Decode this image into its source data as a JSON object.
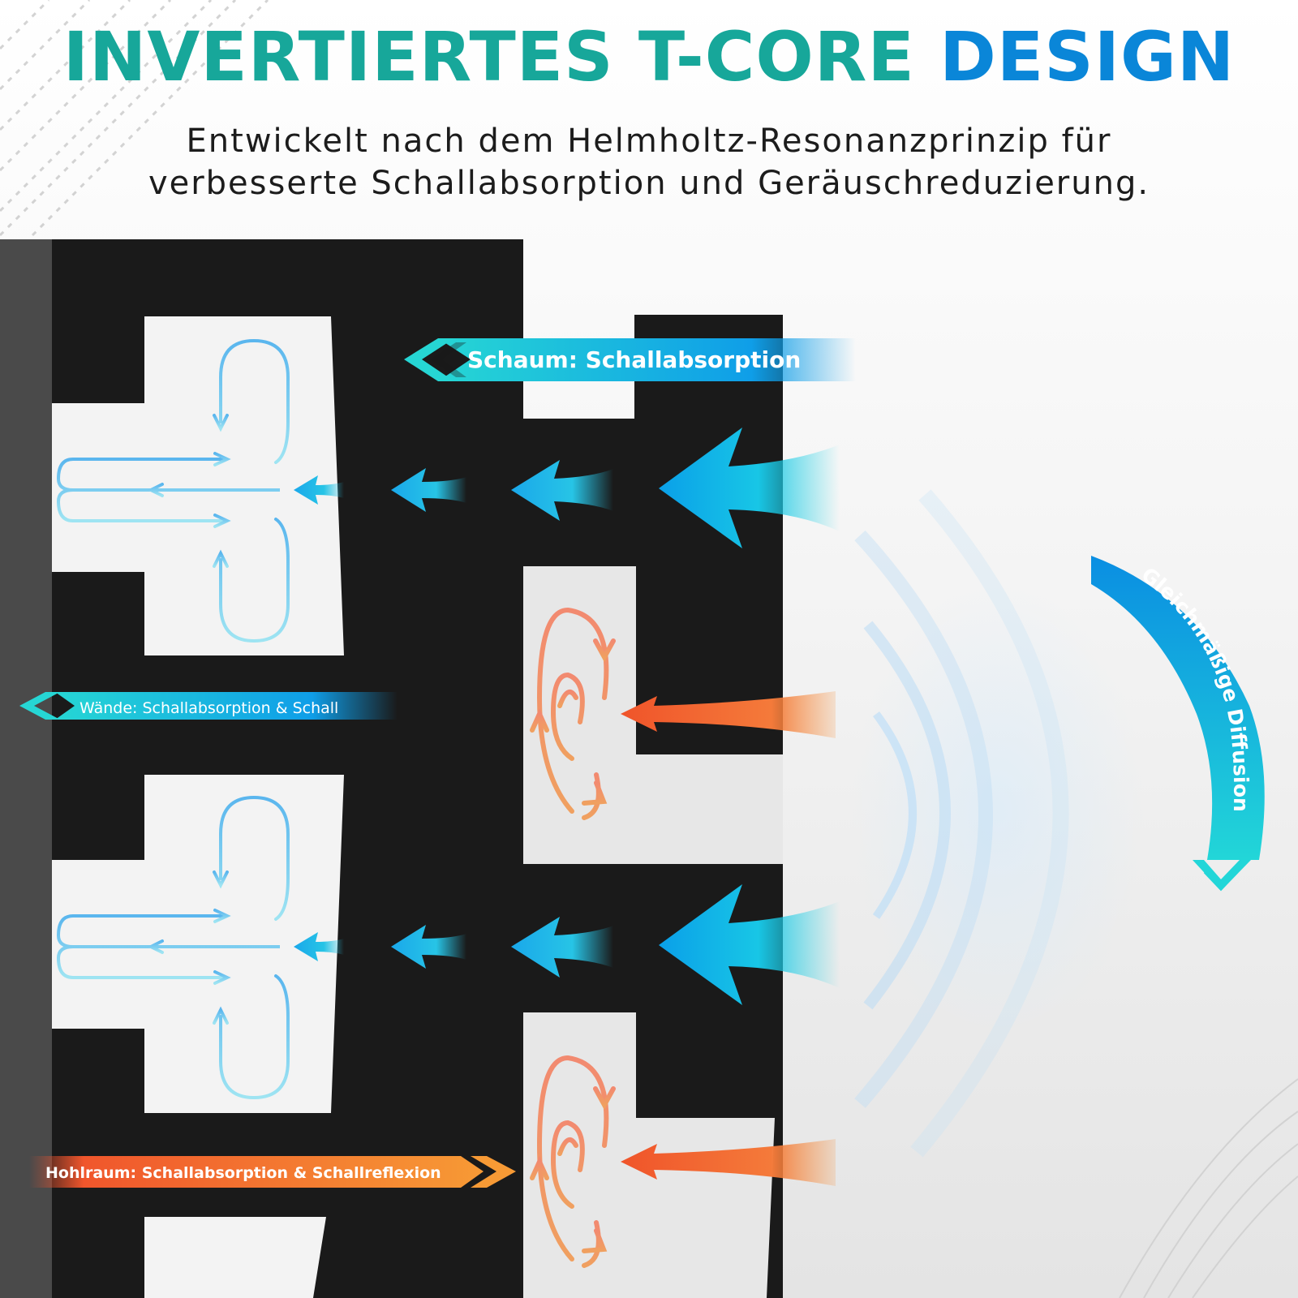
{
  "header": {
    "title_part1": "INVERTIERTES T-CORE",
    "title_part2": "DESIGN",
    "subtitle_line1": "Entwickelt nach dem Helmholtz-Resonanzprinzip für",
    "subtitle_line2": "verbesserte Schallabsorption und Geräuschreduzierung."
  },
  "labels": {
    "foam": "Schaum: Schallabsorption",
    "walls": "Wände: Schallabsorption & Schall",
    "cavity": "Hohlraum: Schallabsorption & Schallreflexion",
    "diffusion": "Gleichmäßige Diffusion"
  },
  "colors": {
    "title_teal": "#17a79a",
    "title_blue": "#0a86d8",
    "panel_black": "#1a1a1a",
    "wall_gray": "#4a4a4a",
    "cyan": "#22d4d6",
    "blue": "#0d8fe4",
    "orange": "#f2682c",
    "orange_light": "#f8b48c"
  }
}
